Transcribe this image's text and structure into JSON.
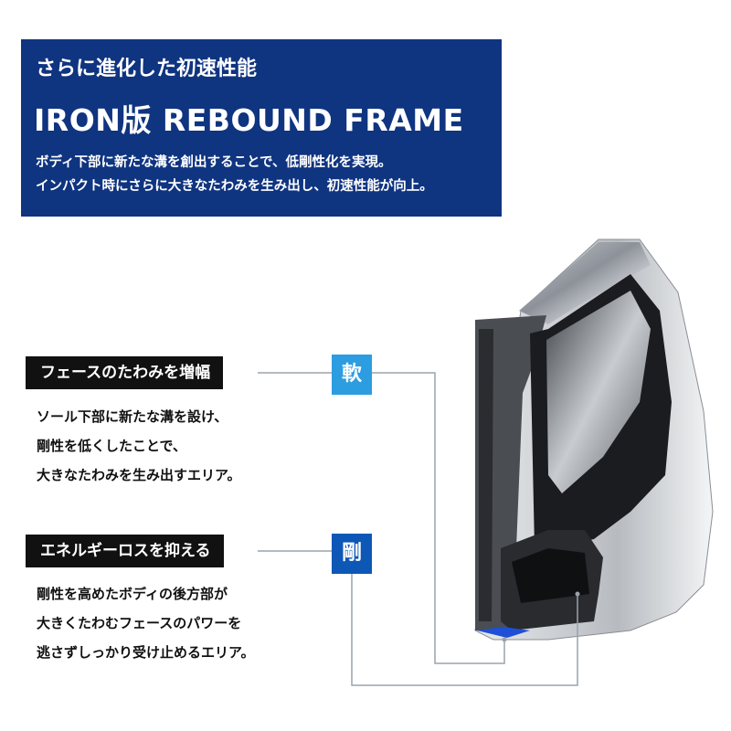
{
  "header": {
    "subtitle": "さらに進化した初速性能",
    "title": "IRON版 REBOUND FRAME",
    "desc_line1": "ボディ下部に新たな溝を創出することで、低剛性化を実現。",
    "desc_line2": "インパクト時にさらに大きなたわみを生み出し、初速性能が向上。"
  },
  "feature1": {
    "label": "フェースのたわみを増幅",
    "tag": "軟",
    "lines": [
      "ソール下部に新たな溝を設け、",
      "剛性を低くしたことで、",
      "大きなたわみを生み出すエリア。"
    ]
  },
  "feature2": {
    "label": "エネルギーロスを抑える",
    "tag": "剛",
    "lines": [
      "剛性を高めたボディの後方部が",
      "大きくたわむフェースのパワーを",
      "逃さずしっかり受け止めるエリア。"
    ]
  },
  "colors": {
    "header_bg": "#0f3480",
    "soft_tag": "#2b9de0",
    "hard_tag": "#0d57b6",
    "label_bg": "#111111"
  }
}
